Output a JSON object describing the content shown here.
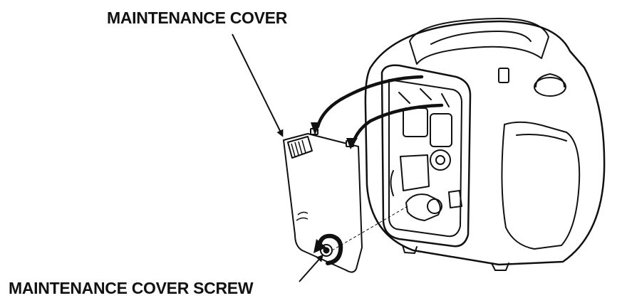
{
  "labels": {
    "cover": "MAINTENANCE COVER",
    "screw": "MAINTENANCE COVER SCREW"
  },
  "colors": {
    "line": "#111111",
    "text": "#111111",
    "background": "#ffffff"
  },
  "icons": {
    "cover_callout": "arrow-pointer",
    "screw_callout": "arrow-pointer",
    "screw_rotation": "counterclockwise-rotation-arrow",
    "install_hooks": "curved-arrow"
  }
}
